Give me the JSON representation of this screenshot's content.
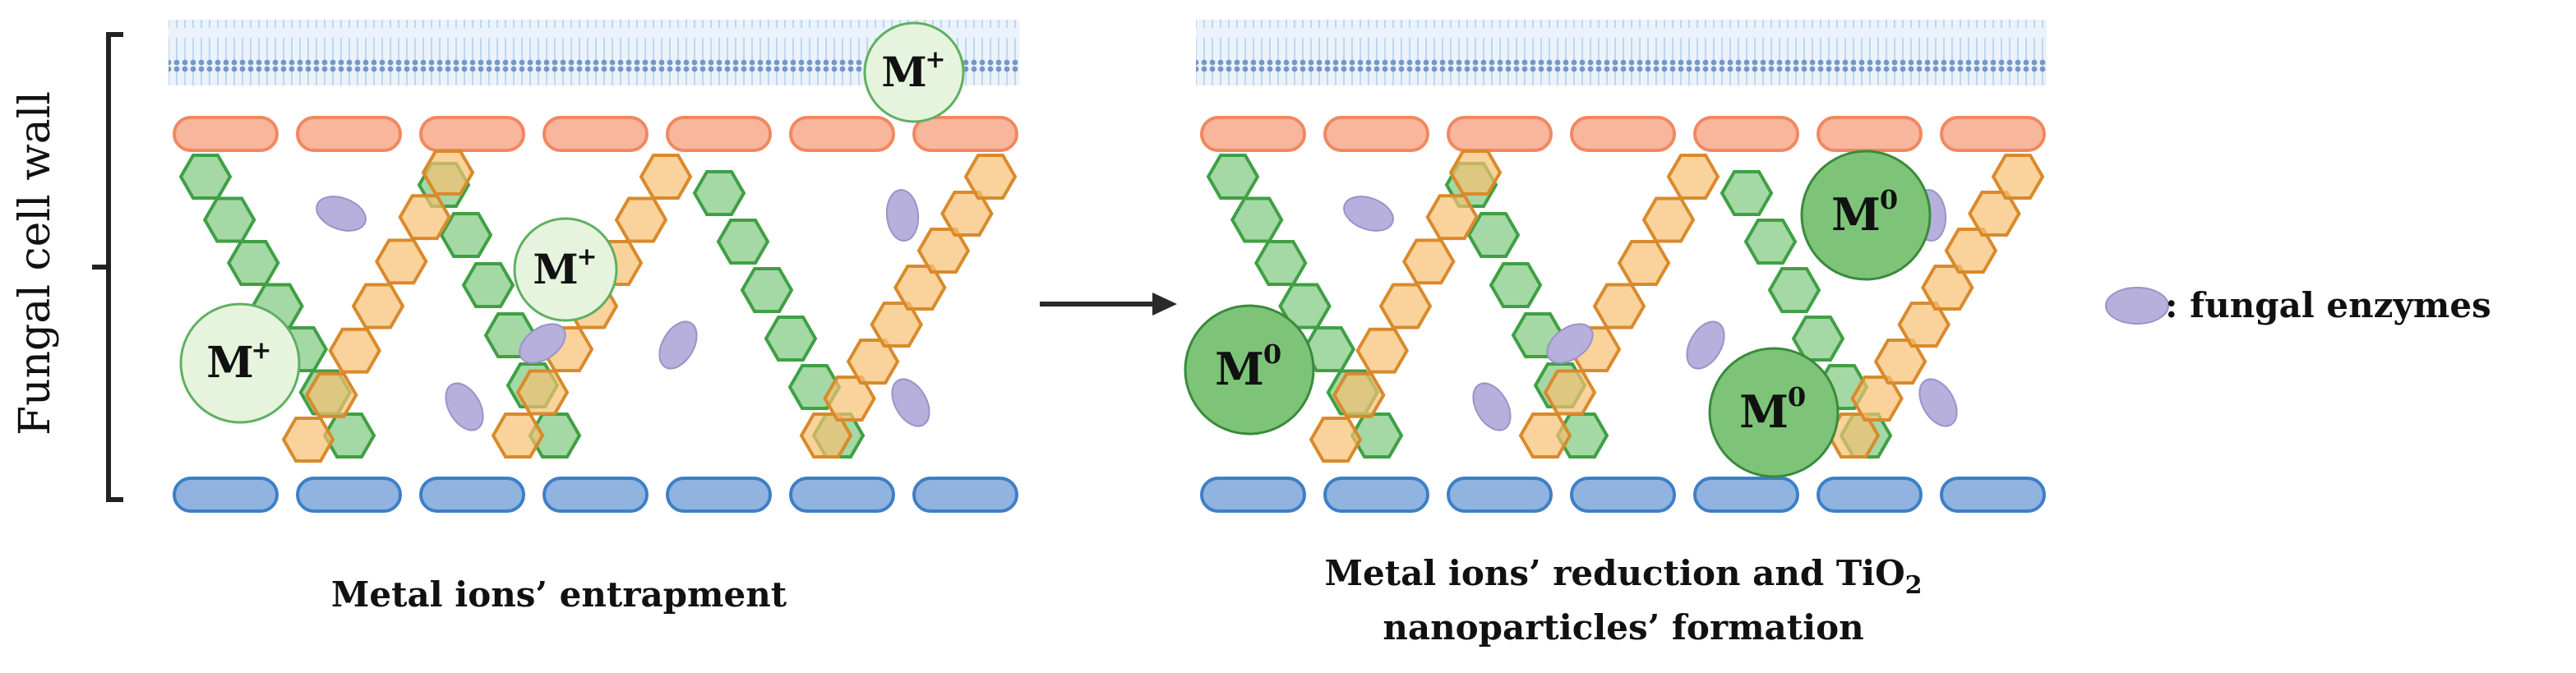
{
  "side_label": "Fungal cell wall",
  "left_panel": {
    "caption": "Metal ions’ entrapment",
    "ions": [
      {
        "base": "M",
        "sup": "+"
      },
      {
        "base": "M",
        "sup": "+"
      },
      {
        "base": "M",
        "sup": "+"
      }
    ]
  },
  "right_panel": {
    "caption_line1_prefix": "Metal ions’ reduction and TiO",
    "caption_line1_sub": "2",
    "caption_line2": "nanoparticles’ formation",
    "particles": [
      {
        "base": "M",
        "sup": "0"
      },
      {
        "base": "M",
        "sup": "0"
      },
      {
        "base": "M",
        "sup": "0"
      }
    ]
  },
  "legend": {
    "label": ": fungal enzymes",
    "icon": "enzyme-ellipse-icon"
  },
  "colors": {
    "membrane": "#b9cfe8",
    "membrane_dot": "#6f93c4",
    "orange_bar": "#f7a98c",
    "blue_bar": "#7ea6d9",
    "green_hex": "#7dc87f",
    "orange_hex": "#f6c070",
    "enzyme": "#b7b0dc",
    "ion_fill": "#e6f4de",
    "particle_fill": "#7dc478"
  }
}
